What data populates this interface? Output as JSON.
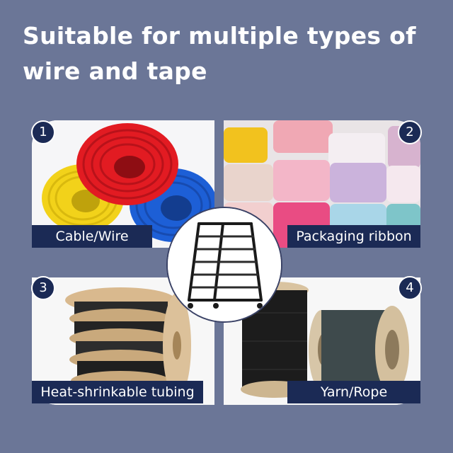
{
  "heading": {
    "line1": "Suitable for multiple types of",
    "line2": "wire and tape"
  },
  "items": [
    {
      "number": "1",
      "label": "Cable/Wire",
      "icon": "cable-coils-photo"
    },
    {
      "number": "2",
      "label": "Packaging ribbon",
      "icon": "ribbon-rolls-photo"
    },
    {
      "number": "3",
      "label": "Heat-shrinkable tubing",
      "icon": "tubing-spools-photo"
    },
    {
      "number": "4",
      "label": "Yarn/Rope",
      "icon": "yarn-spools-photo"
    }
  ],
  "center_image": "spool-rack-photo",
  "colors": {
    "background": "#6b7697",
    "label_bg": "#1b2a55",
    "card_bg": "#f4f4f6"
  }
}
